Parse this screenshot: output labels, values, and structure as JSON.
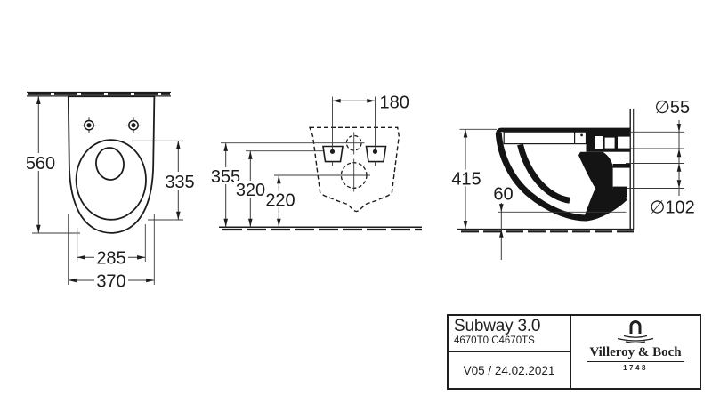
{
  "views": {
    "top_view": {
      "dims": {
        "height": "560",
        "seat_depth": "335",
        "seat_width": "285",
        "total_width": "370"
      }
    },
    "rear_view": {
      "dims": {
        "bolt_spacing": "180",
        "fixing_height": "355",
        "bolt_height": "320",
        "outlet_height": "220"
      }
    },
    "side_view": {
      "dims": {
        "height": "415",
        "outlet_clearance": "60",
        "inlet_diameter": "∅55",
        "outlet_diameter": "∅102"
      }
    }
  },
  "title_block": {
    "product_name": "Subway 3.0",
    "article_numbers": "4670T0 C4670TS",
    "version_date": "V05 / 24.02.2021",
    "brand": "Villeroy & Boch",
    "brand_year": "1748"
  },
  "colors": {
    "line": "#1c1c1c",
    "thin_line": "#3a3a3a",
    "fill": "#141414",
    "background": "#ffffff"
  }
}
